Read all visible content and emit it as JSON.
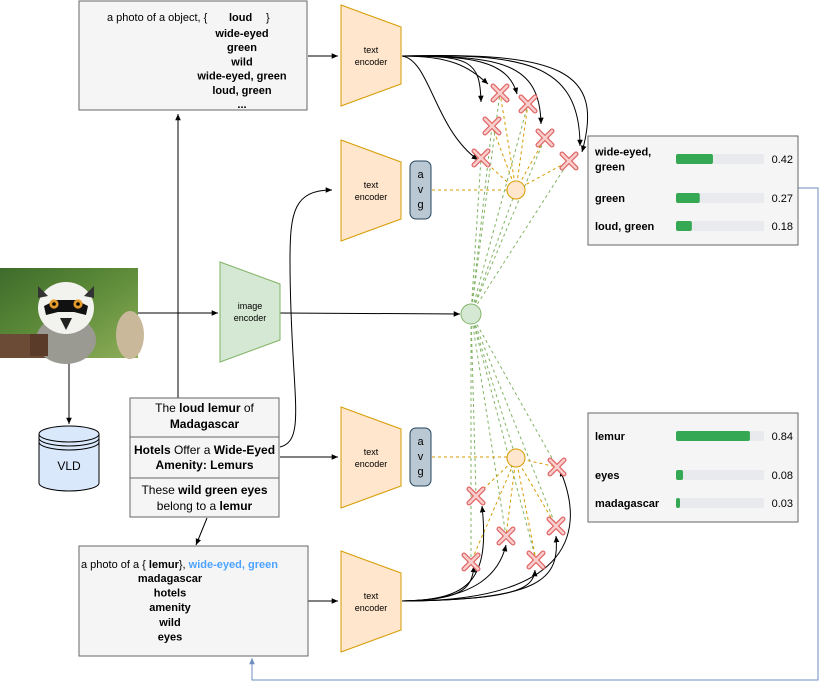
{
  "prompt_top": {
    "prefix": "a photo of a object, {",
    "first": "loud",
    "closing": "}",
    "lines": [
      "wide-eyed",
      "green",
      "wild",
      "wide-eyed, green",
      "loud, green",
      "..."
    ]
  },
  "encoders": {
    "text": [
      "text",
      "encoder"
    ],
    "image": [
      "image",
      "encoder"
    ],
    "avg": [
      "a",
      "v",
      "g"
    ]
  },
  "vld": "VLD",
  "captions": {
    "c1": {
      "pre": "The ",
      "bold1": "loud lemur",
      "mid": " of",
      "line2": "Madagascar"
    },
    "c2": {
      "bold1": "Hotels",
      "mid": " Offer a ",
      "bold2": "Wide-Eyed",
      "line2": "Amenity: Lemurs"
    },
    "c3": {
      "pre": "These ",
      "bold1": "wild green eyes",
      "line2pre": "belong to a ",
      "line2bold": "lemur"
    }
  },
  "prompt_bottom": {
    "prefix": "a photo of a {",
    "bold": "lemur",
    "sep": "},",
    "blue": "wide-eyed, green",
    "lines": [
      "madagascar",
      "hotels",
      "amenity",
      "wild",
      "eyes"
    ]
  },
  "scores_top": [
    {
      "label_lines": [
        "wide-eyed,",
        "green"
      ],
      "value": 0.42,
      "text": "0.42"
    },
    {
      "label_lines": [
        "green"
      ],
      "value": 0.27,
      "text": "0.27"
    },
    {
      "label_lines": [
        "loud, green"
      ],
      "value": 0.18,
      "text": "0.18"
    }
  ],
  "scores_bottom": [
    {
      "label_lines": [
        "lemur"
      ],
      "value": 0.84,
      "text": "0.84"
    },
    {
      "label_lines": [
        "eyes"
      ],
      "value": 0.08,
      "text": "0.08"
    },
    {
      "label_lines": [
        "madagascar"
      ],
      "value": 0.03,
      "text": "0.03"
    }
  ],
  "colors": {
    "encoder_text_fill": "#ffe6cc",
    "encoder_text_stroke": "#d79b00",
    "encoder_image_fill": "#d5e8d4",
    "encoder_image_stroke": "#82b366",
    "avg_fill": "#bac8d3",
    "vld_fill": "#dae8fc",
    "bar_fill": "#34a853",
    "bar_track": "#e8eaed",
    "blue_text": "#4da3ff",
    "feedback_line": "#6c8ebf"
  }
}
